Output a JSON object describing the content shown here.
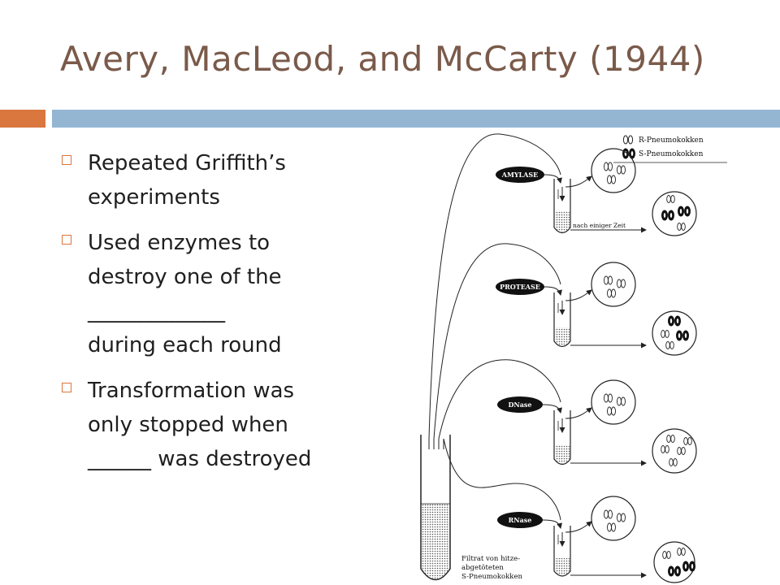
{
  "slide": {
    "title": "Avery, MacLeod, and McCarty (1944)",
    "bullets": [
      {
        "lines": [
          "Repeated Griffith’s",
          "experiments"
        ]
      },
      {
        "lines": [
          "Used enzymes to",
          "destroy one of the",
          "_____________",
          "during each round"
        ]
      },
      {
        "lines": [
          "Transformation was",
          "only stopped when",
          "______ was destroyed"
        ]
      }
    ]
  },
  "diagram": {
    "legend": {
      "r_label": "R-Pneumokokken",
      "s_label": "S-Pneumokokken"
    },
    "enzymes": [
      "AMYLASE",
      "PROTEASE",
      "DNase",
      "RNase"
    ],
    "after_time_label": "nach einiger Zeit",
    "source_label_lines": [
      "Filtrat von hitze-",
      "abgetöteten",
      "S-Pneumokokken"
    ]
  },
  "colors": {
    "title": "#7a5a4a",
    "accent_orange": "#d9773e",
    "accent_blue": "#94b6d3",
    "text": "#1f1f1f"
  }
}
